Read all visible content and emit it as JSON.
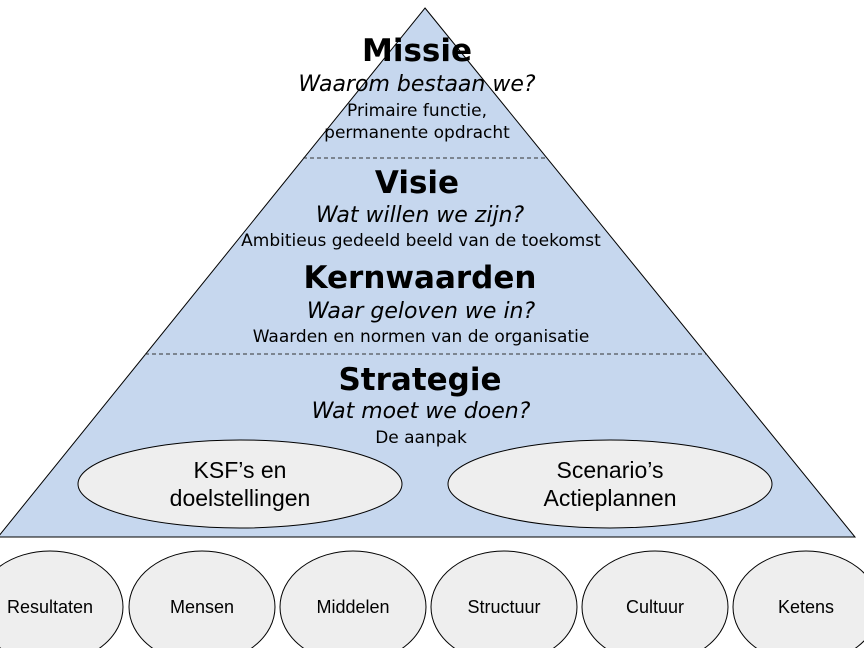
{
  "missie": {
    "title": "Missie",
    "question": "Waarom bestaan we?",
    "desc_line1": "Primaire functie,",
    "desc_line2": "permanente opdracht"
  },
  "visie": {
    "title": "Visie",
    "question": "Wat willen we zijn?",
    "desc": "Ambitieus gedeeld beeld van de toekomst"
  },
  "kernwaarden": {
    "title": "Kernwaarden",
    "question": "Waar geloven we in?",
    "desc": "Waarden en normen van de organisatie"
  },
  "strategie": {
    "title": "Strategie",
    "question": "Wat moet we doen?",
    "desc": "De aanpak"
  },
  "ovals": {
    "left_line1": "KSF’s en",
    "left_line2": "doelstellingen",
    "right_line1": "Scenario’s",
    "right_line2": "Actieplannen"
  },
  "base": [
    "Resultaten",
    "Mensen",
    "Middelen",
    "Structuur",
    "Cultuur",
    "Ketens"
  ],
  "colors": {
    "pyramid_fill": "#c6d7ee",
    "oval_fill": "#eeeeee",
    "stroke": "#000000",
    "divider": "#333333"
  }
}
